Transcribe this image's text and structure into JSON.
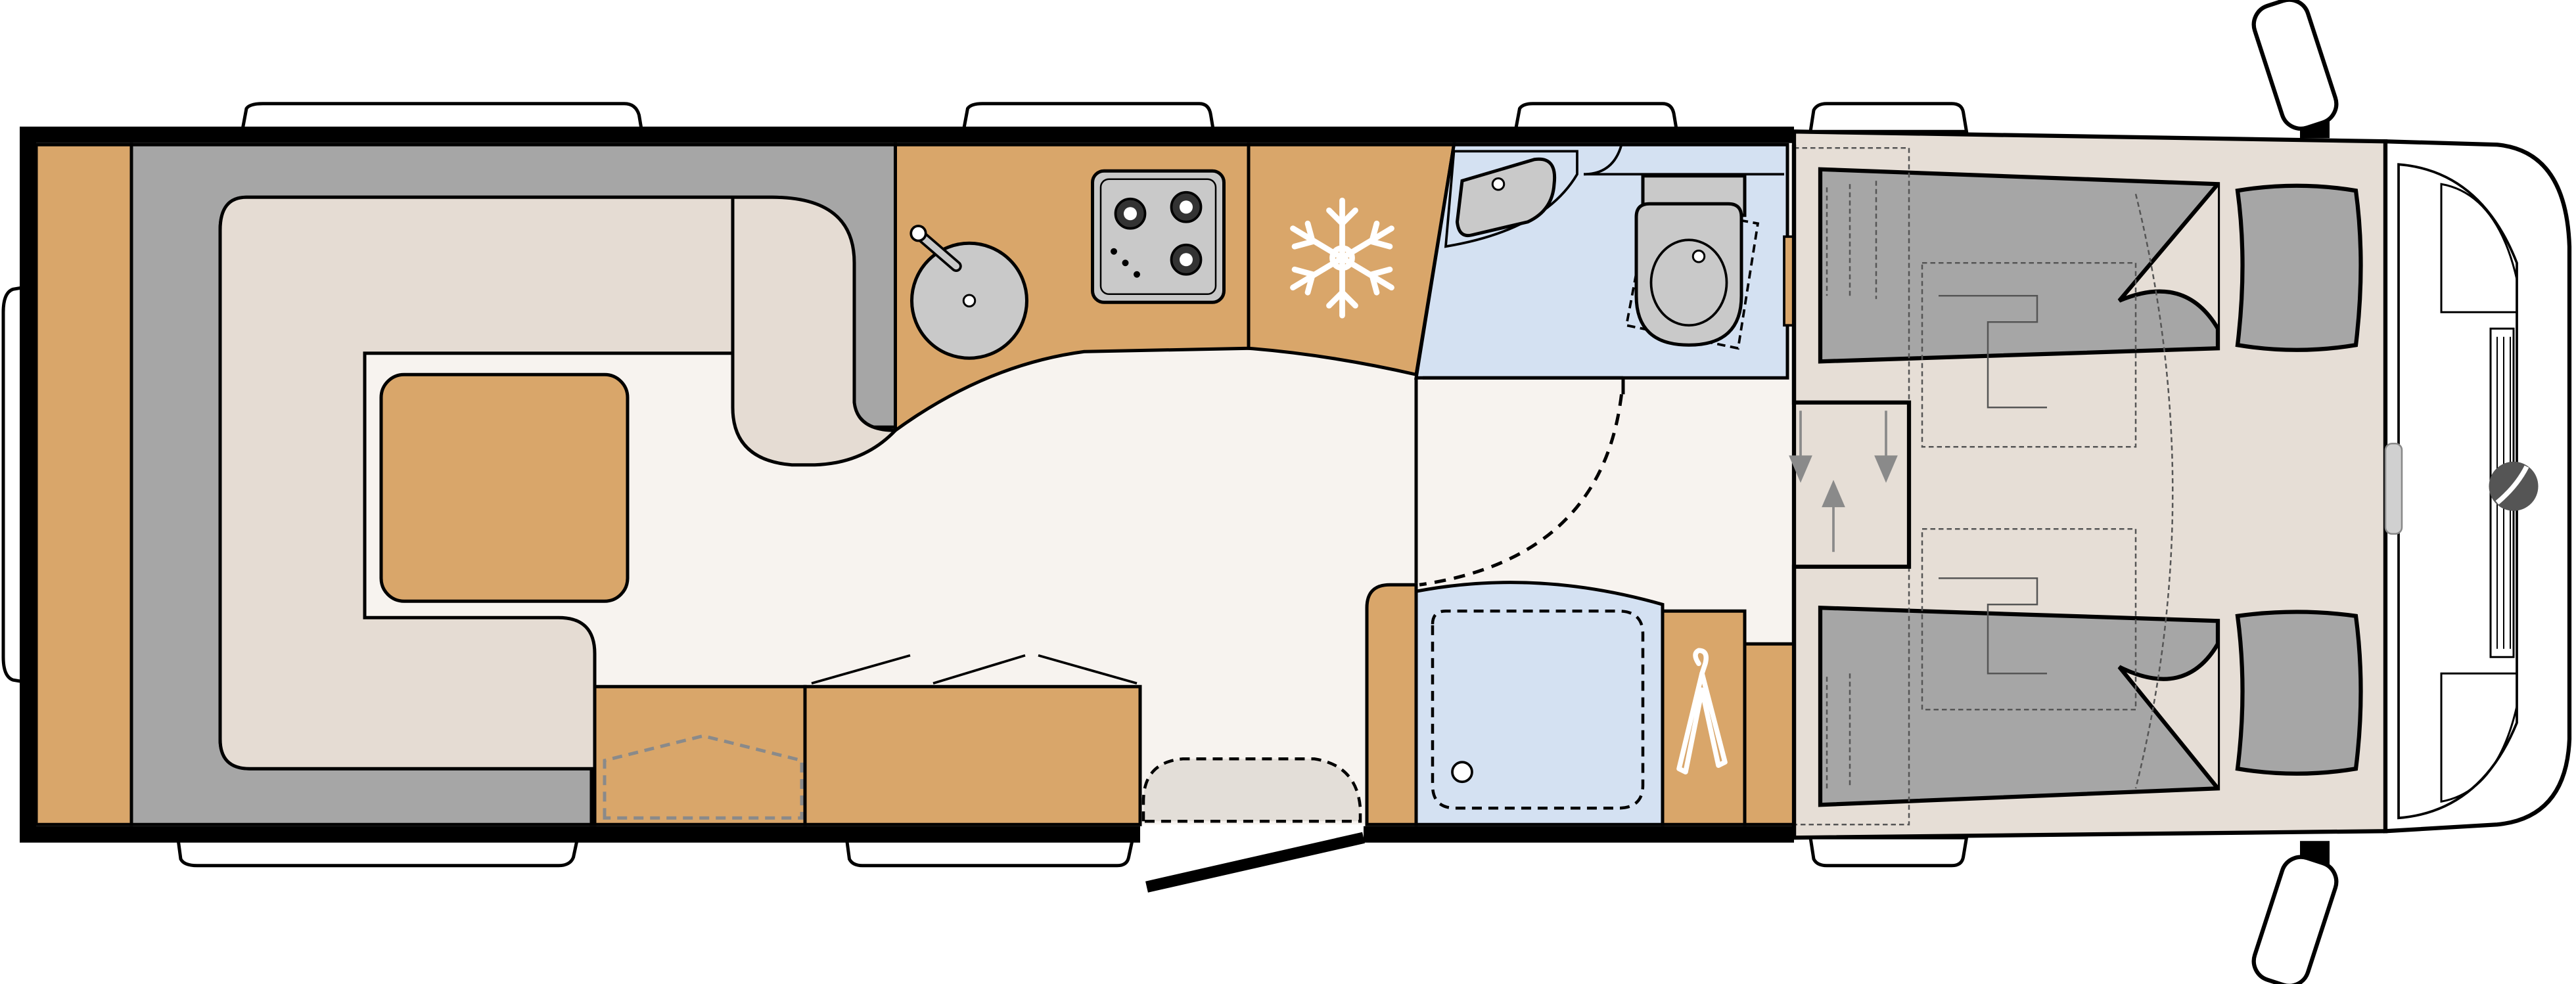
{
  "diagram": {
    "type": "motorhome-floor-plan",
    "orientation": "front-right",
    "zones": [
      {
        "name": "rear-wardrobe",
        "fill": "wood"
      },
      {
        "name": "l-shaped-lounge",
        "fill": "cushion"
      },
      {
        "name": "dinette-table",
        "fill": "wood"
      },
      {
        "name": "kitchen-counter",
        "fill": "wood"
      },
      {
        "name": "kitchen-sink",
        "fill": "grey"
      },
      {
        "name": "three-burner-hob",
        "fill": "grey"
      },
      {
        "name": "fridge",
        "fill": "wood",
        "icon": "snowflake-icon"
      },
      {
        "name": "washroom",
        "fill": "blue"
      },
      {
        "name": "toilet",
        "fill": "grey"
      },
      {
        "name": "shower",
        "fill": "blue"
      },
      {
        "name": "wardrobe",
        "fill": "wood",
        "icon": "hanger-icon"
      },
      {
        "name": "storage-cabinets",
        "fill": "wood"
      },
      {
        "name": "cab-area",
        "fill": "beige"
      },
      {
        "name": "cab-seats",
        "fill": "grey"
      },
      {
        "name": "cab-pull-down-bed",
        "fill": "outline-dashed"
      }
    ],
    "doors": [
      "entrance-door",
      "washroom-door"
    ],
    "windows": 9
  },
  "colors": {
    "wall": "#000000",
    "wood": "#D9A66A",
    "cushion": "#E5DCD3",
    "seatGrey": "#A6A6A6",
    "floor": "#F7F3EF",
    "wet": "#D4E1F2",
    "cab": "#E6DED6",
    "glass": "#FFFFFF",
    "fixture": "#C9C9C9",
    "arrow": "#8A8A8A"
  }
}
